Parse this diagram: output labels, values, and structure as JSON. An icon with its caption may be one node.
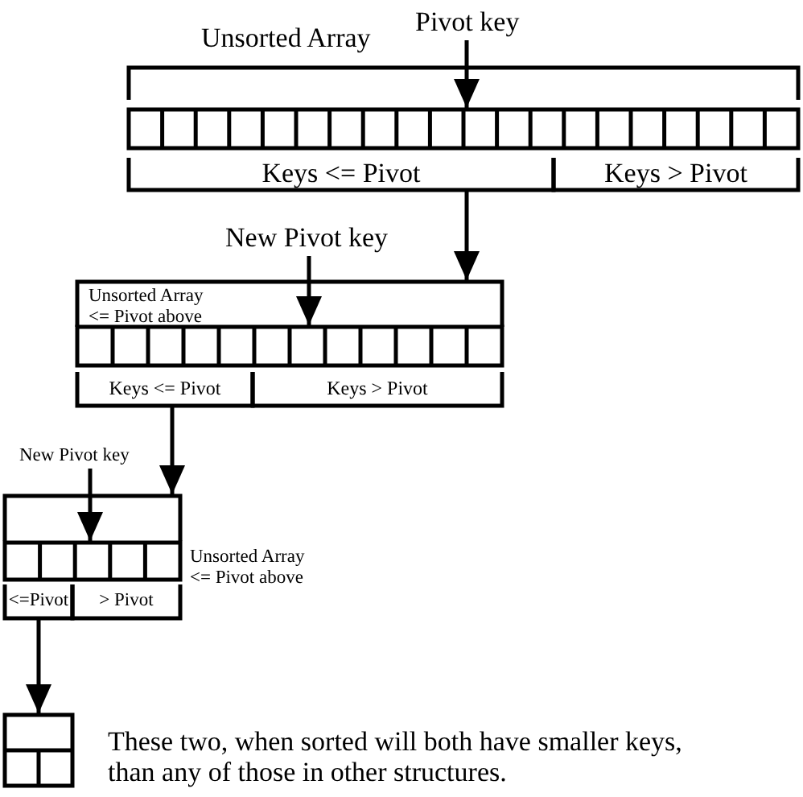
{
  "diagram": {
    "nodes": [
      {
        "text": [
          "Pivot key"
        ]
      },
      {
        "text": [
          "Unsorted Array"
        ]
      },
      {
        "text": [],
        "shape": "box",
        "in": 1
      },
      {
        "text": [
          "Keys <= Pivot"
        ]
      },
      {
        "text": [
          "Keys > Pivot"
        ]
      },
      {
        "text": [
          "New Pivot key"
        ]
      },
      {
        "text": [
          "Unsorted Array <= Pivot above"
        ]
      },
      {
        "text": [],
        "shape": "box",
        "in": 6
      },
      {
        "text": [
          "Keys <= Pivot"
        ]
      },
      {
        "text": [
          "Keys > Pivot"
        ]
      },
      {
        "text": [
          "New Pivot key"
        ]
      },
      {
        "text": [],
        "shape": "box"
      },
      {
        "text": [],
        "shape": "box",
        "in": 11,
        "beside": [
          "Unsorted Array <= Pivot above"
        ]
      },
      {
        "text": [
          "<=Pivot"
        ]
      },
      {
        "text": [
          "> Pivot"
        ]
      },
      {
        "text": [],
        "shape": "box",
        "beside": [
          "These two, when sorted will both have smaller keys, than any of those in other structures."
        ]
      }
    ],
    "edges": [
      {
        "from": 0,
        "to": 2,
        "arrow": "to"
      },
      {
        "from": 3,
        "to": 6,
        "arrow": "to"
      },
      {
        "from": 5,
        "to": 7,
        "arrow": "to"
      },
      {
        "from": 8,
        "to": 11,
        "arrow": "to"
      },
      {
        "from": 10,
        "to": 12,
        "arrow": "to"
      },
      {
        "from": 13,
        "to": 15,
        "arrow": "to"
      }
    ]
  }
}
